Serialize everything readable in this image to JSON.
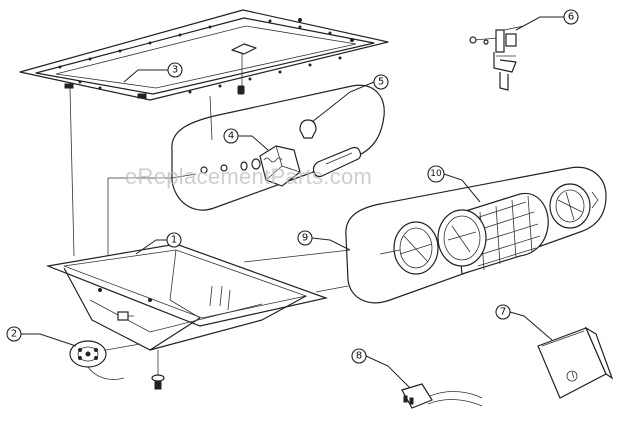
{
  "watermark": "eReplacementParts.com",
  "callouts": [
    {
      "id": "1",
      "label": "1"
    },
    {
      "id": "2",
      "label": "2"
    },
    {
      "id": "3",
      "label": "3"
    },
    {
      "id": "4",
      "label": "4"
    },
    {
      "id": "5",
      "label": "5"
    },
    {
      "id": "6",
      "label": "6"
    },
    {
      "id": "7",
      "label": "7"
    },
    {
      "id": "8",
      "label": "8"
    },
    {
      "id": "9",
      "label": "9"
    },
    {
      "id": "10",
      "label": "10"
    }
  ]
}
